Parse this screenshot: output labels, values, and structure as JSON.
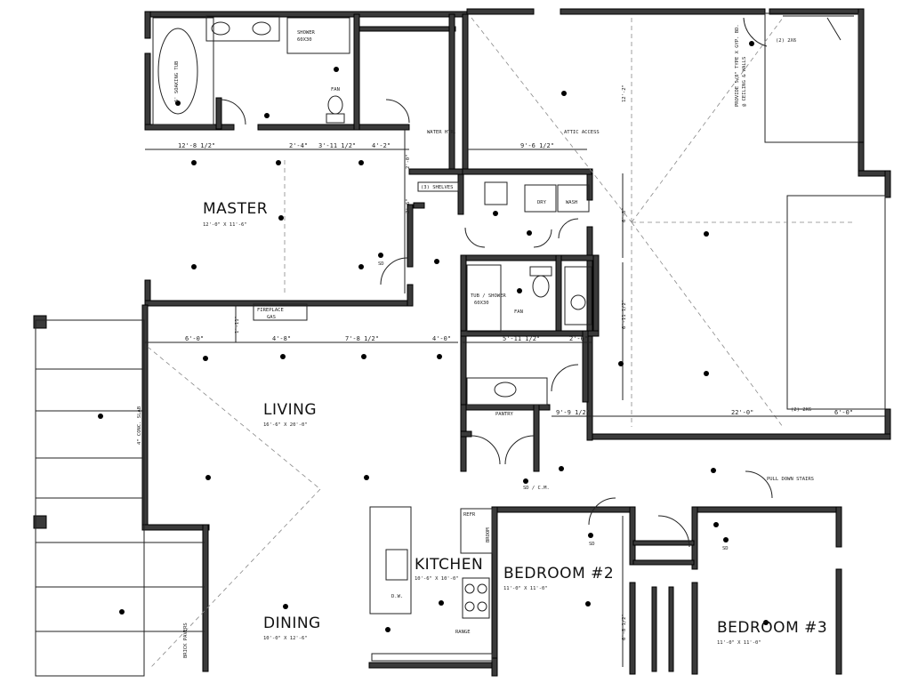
{
  "rooms": {
    "master": {
      "name": "MASTER",
      "size": "12'-0\" X 11'-6\""
    },
    "living": {
      "name": "LIVING",
      "size": "16'-6\" X 20'-0\""
    },
    "dining": {
      "name": "DINING",
      "size": "10'-0\" X 12'-6\""
    },
    "kitchen": {
      "name": "KITCHEN",
      "size": "10'-6\" X 10'-0\""
    },
    "bedroom2": {
      "name": "BEDROOM #2",
      "size": "11'-0\" X 11'-0\""
    },
    "bedroom3": {
      "name": "BEDROOM #3",
      "size": "11'-0\" X 11'-0\""
    }
  },
  "dimensions": {
    "master_top_left": "12'-8 1/2\"",
    "master_top_mid1": "2'-4\"",
    "master_top_mid2": "3'-11 1/2\"",
    "master_top_mid3": "4'-2\"",
    "laundry_top": "9'-6 1/2\"",
    "living_top1": "6'-0\"",
    "living_top2": "4'-8\"",
    "living_top3": "7'-8 1/2\"",
    "living_top4": "4'-0\"",
    "bath_top1": "5'-11 1/2\"",
    "bath_top2": "2'-6\"",
    "hall_right": "9'-9 1/2\"",
    "garage_bottom1": "22'-0\"",
    "garage_bottom2": "6'-0\"",
    "master_side1": "2'-6\"",
    "master_side2": "2'-0\"",
    "bath_side": "6'-11 1/2\"",
    "laundry_side": "6'-8\"",
    "bed_side": "6'-8 1/2\"",
    "fireplace_side": "1'-11\"",
    "garage_side": "12'-2\""
  },
  "notes": {
    "shelves": "(3) SHELVES",
    "fireplace": "FIREPLACE",
    "fireplace_sub": "GAS",
    "shower": "SHOWER",
    "shower_sub": "60X30",
    "tub": "TUB / SHOWER",
    "tub_sub": "60X30",
    "pantry": "PANTRY",
    "dry": "DRY",
    "wash": "WASH",
    "fan": "FAN",
    "sd": "SD",
    "sd_cm": "SD / C.M.",
    "refr": "REFR",
    "range": "RANGE",
    "dw": "D.W.",
    "whirlpool": "6' SOAKING TUB",
    "header_2x6": "(2) 2X6",
    "header_2x6_b": "(2) 2X6",
    "attic": "ATTIC ACCESS",
    "water_heater": "WATER HTR.",
    "garage_note1": "PROVIDE 5/8\" TYPE X GYP. BD.",
    "garage_note2": "@ CEILING & WALLS",
    "porch_note": "4\" CONC. SLAB",
    "porch_note2": "BRICK PAVERS",
    "stairs": "PULL DOWN STAIRS",
    "broom": "BROOM"
  },
  "colors": {
    "ink": "#000000",
    "wall_fill": "#3a3a3a",
    "paper": "#ffffff"
  }
}
